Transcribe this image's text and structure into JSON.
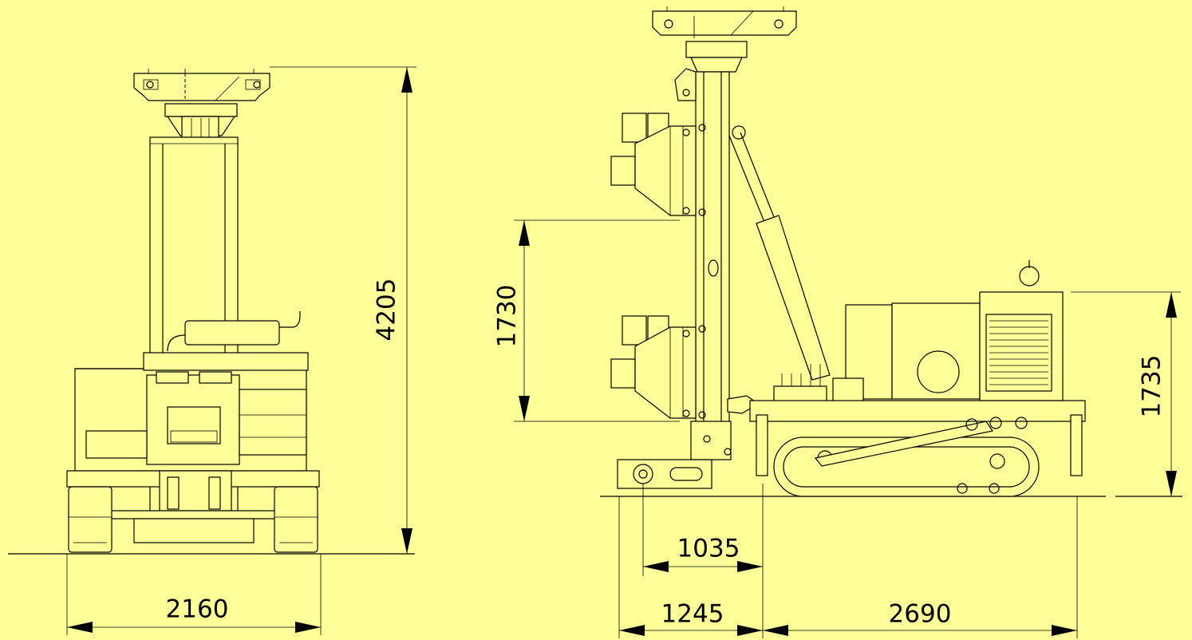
{
  "colors": {
    "background": "#ffff99",
    "lines": "#000000"
  },
  "front_view": {
    "dimensions": {
      "overall_height": "4205",
      "track_width": "2160"
    }
  },
  "side_view": {
    "dimensions": {
      "mast_stroke": "1730",
      "engine_height": "1735",
      "front_offset": "1035",
      "front_overhang": "1245",
      "track_length": "2690"
    }
  }
}
